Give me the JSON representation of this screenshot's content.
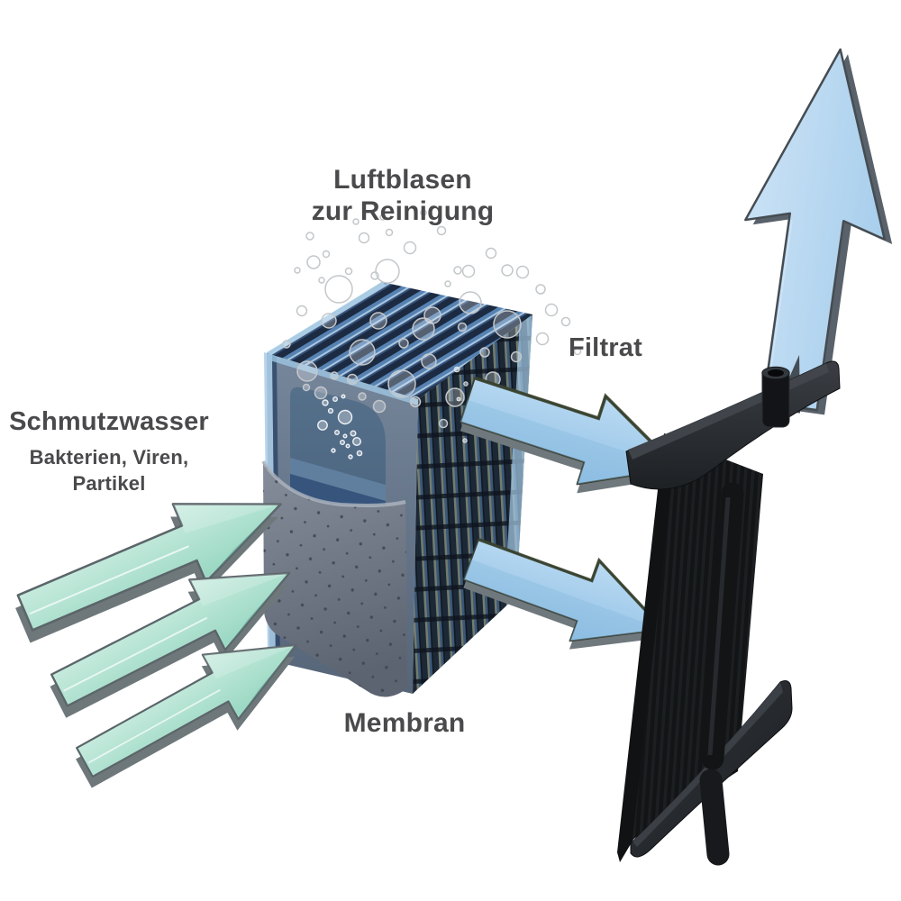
{
  "labels": {
    "air": {
      "line1": "Luftblasen",
      "line2": "zur Reinigung"
    },
    "feed": {
      "title": "Schmutzwasser",
      "sub_line1": "Bakterien, Viren,",
      "sub_line2": "Partikel"
    },
    "filtrate": "Filtrat",
    "membrane": "Membran"
  },
  "colors": {
    "background": "#ffffff",
    "label_text": "#4a4a4c",
    "feed_arrow": "#b7e3d4",
    "feed_arrow_edge": "#5b6569",
    "filtrate_arrow": "#a6cfeb",
    "outlet_arrow": "#b9d9f1",
    "arrow_outline": "#3f464c",
    "module_front": "#6e7e92",
    "module_window": "#50697f",
    "module_stripe_dark": "#1e2b3d",
    "module_stripe_light": "#8a9478",
    "module_stripe_blue": "#4a6d96",
    "module_glass_edge": "#a5cbe7",
    "membrane_sheet": "#79818f",
    "frame_black": "#212427"
  },
  "arrow_counts": {
    "feed_arrows": 3,
    "filtrate_arrows": 2,
    "outlet_arrows": 1
  }
}
